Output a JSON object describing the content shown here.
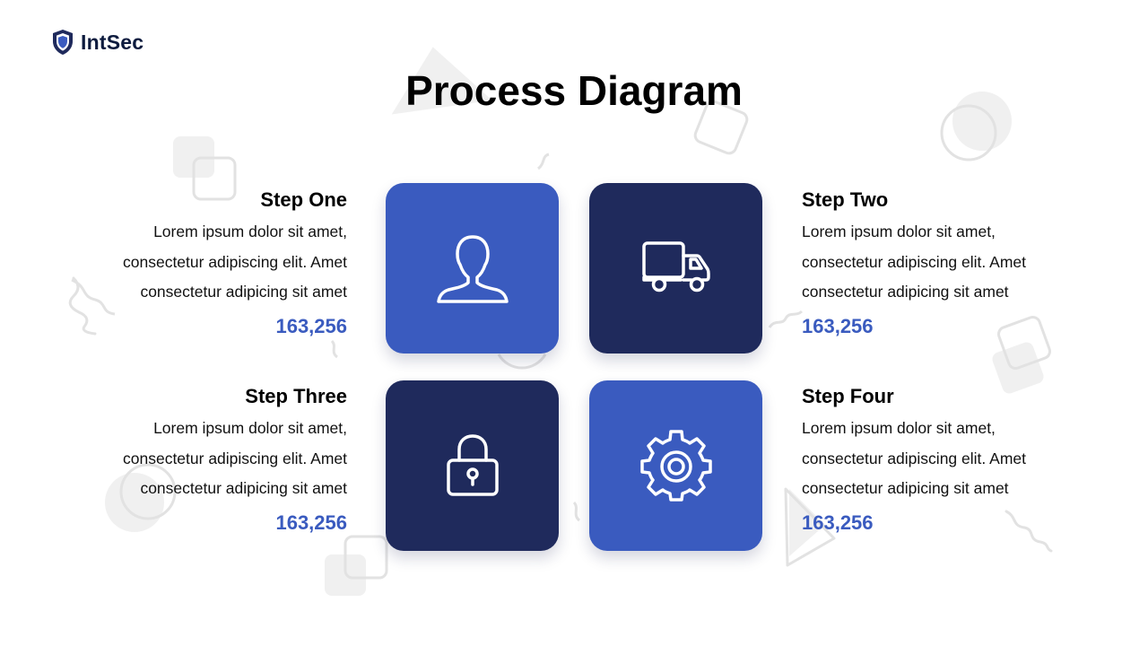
{
  "brand": {
    "name": "IntSec",
    "icon": "shield-icon",
    "color": "#1f2a5c"
  },
  "title": "Process Diagram",
  "colors": {
    "tile_light": "#3a5bbf",
    "tile_dark": "#1f2a5c",
    "value": "#3a5bbf"
  },
  "steps": [
    {
      "title": "Step One",
      "lines": [
        "Lorem ipsum dolor sit amet,",
        "consectetur adipiscing elit. Amet",
        "consectetur adipicing sit amet"
      ],
      "value": "163,256",
      "icon": "user-icon"
    },
    {
      "title": "Step Two",
      "lines": [
        "Lorem ipsum dolor sit amet,",
        "consectetur adipiscing elit. Amet",
        "consectetur adipicing sit amet"
      ],
      "value": "163,256",
      "icon": "truck-icon"
    },
    {
      "title": "Step Three",
      "lines": [
        "Lorem ipsum dolor sit amet,",
        "consectetur adipiscing elit. Amet",
        "consectetur adipicing sit amet"
      ],
      "value": "163,256",
      "icon": "lock-icon"
    },
    {
      "title": "Step Four",
      "lines": [
        "Lorem ipsum dolor sit amet,",
        "consectetur adipiscing elit. Amet",
        "consectetur adipicing sit amet"
      ],
      "value": "163,256",
      "icon": "gear-icon"
    }
  ]
}
